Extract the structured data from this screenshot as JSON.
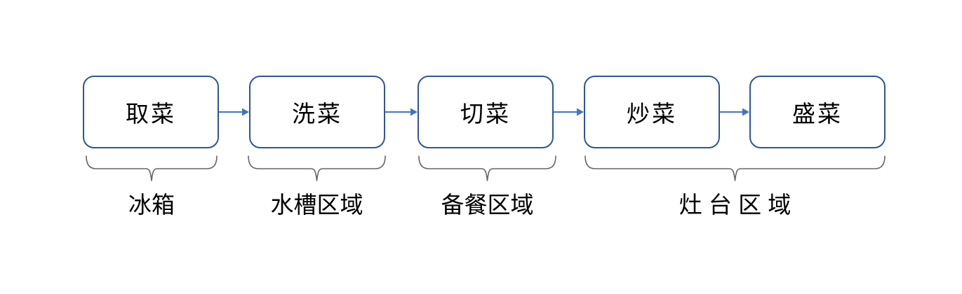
{
  "diagram_title": "kitchen-cooking-workflow",
  "colors": {
    "background": "#FFFFFF",
    "box_border": "#2F5597",
    "arrow": "#4472C4",
    "brace": "#666666",
    "text": "#000000"
  },
  "flow": {
    "steps": [
      {
        "label": "取菜"
      },
      {
        "label": "洗菜"
      },
      {
        "label": "切菜"
      },
      {
        "label": "炒菜"
      },
      {
        "label": "盛菜"
      }
    ]
  },
  "zones": [
    {
      "label": "冰箱"
    },
    {
      "label": "水槽区域"
    },
    {
      "label": "备餐区域"
    },
    {
      "label": "灶 台 区 域"
    }
  ]
}
